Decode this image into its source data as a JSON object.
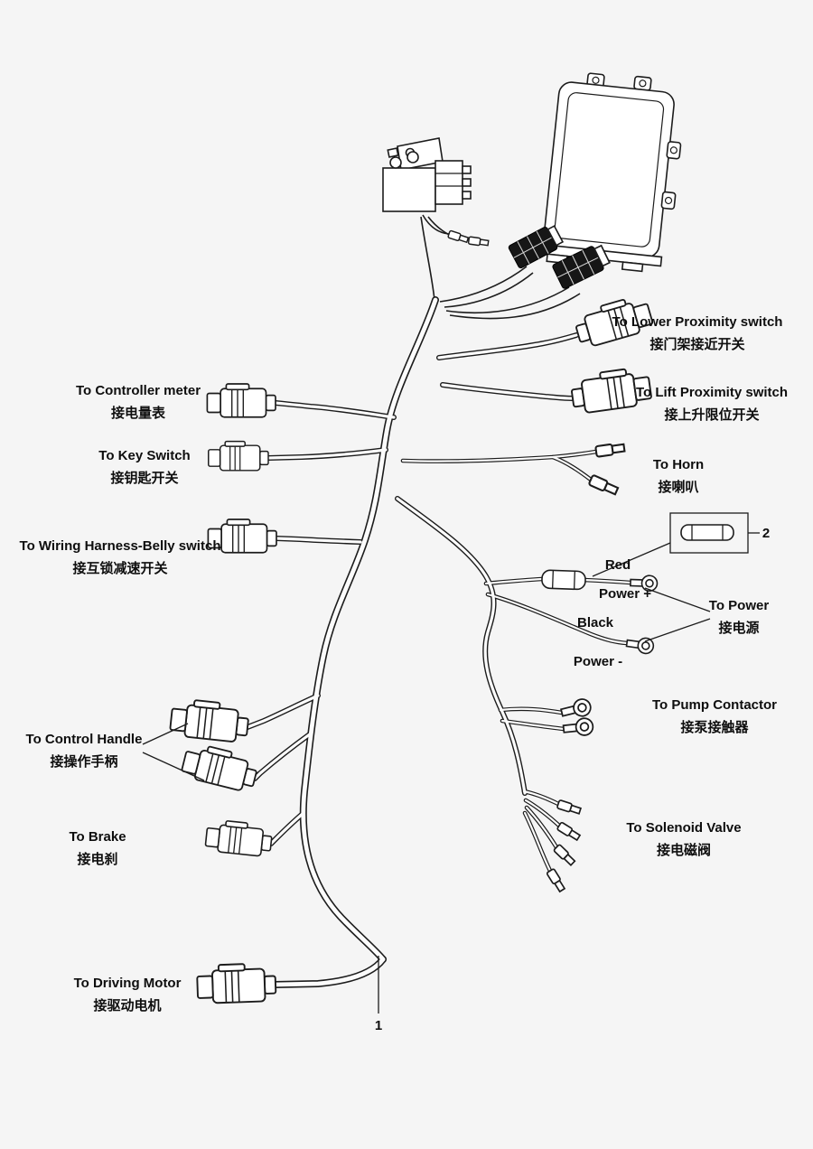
{
  "callouts": {
    "harness": "1",
    "fuse": "2"
  },
  "power_terms": {
    "red": "Red",
    "plus": "Power +",
    "black": "Black",
    "minus": "Power -"
  },
  "branches": {
    "lower_proximity": {
      "en": "To  Lower Proximity switch",
      "zh": "接门架接近开关"
    },
    "lift_proximity": {
      "en": "To  Lift Proximity switch",
      "zh": "接上升限位开关"
    },
    "controller_meter": {
      "en": "To Controller meter",
      "zh": "接电量表"
    },
    "key_switch": {
      "en": "To Key Switch",
      "zh": "接钥匙开关"
    },
    "horn": {
      "en": "To Horn",
      "zh": "接喇叭"
    },
    "belly_switch": {
      "en": "To  Wiring Harness-Belly switch",
      "zh": "接互锁减速开关"
    },
    "power": {
      "en": "To Power",
      "zh": "接电源"
    },
    "pump_contactor": {
      "en": "To Pump Contactor",
      "zh": "接泵接触器"
    },
    "control_handle": {
      "en": "To Control Handle",
      "zh": "接操作手柄"
    },
    "solenoid_valve": {
      "en": "To Solenoid Valve",
      "zh": "接电磁阀"
    },
    "brake": {
      "en": "To  Brake",
      "zh": "接电刹"
    },
    "driving_motor": {
      "en": "To Driving Motor",
      "zh": "接驱动电机"
    }
  }
}
